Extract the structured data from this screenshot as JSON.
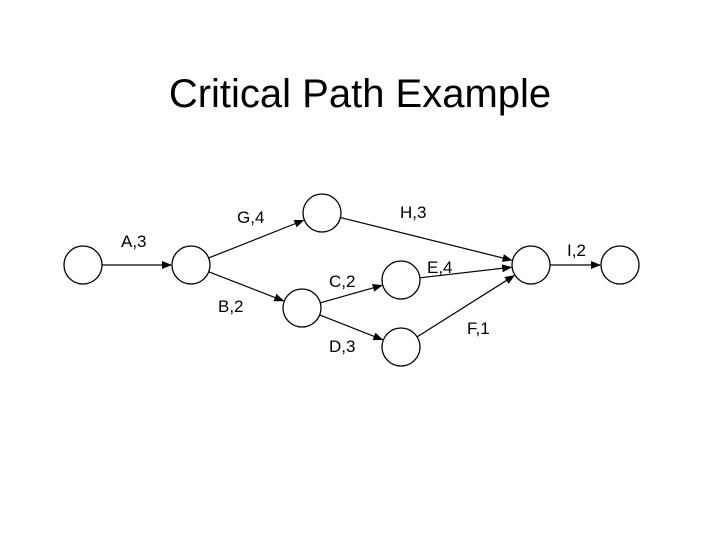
{
  "slide": {
    "title": "Critical Path Example"
  },
  "diagram": {
    "type": "activity-on-arrow network",
    "colors": {
      "stroke": "#000000",
      "node_fill": "#ffffff",
      "text": "#000000"
    },
    "nodes": [
      "n1",
      "n2",
      "n3",
      "n4",
      "n5",
      "n6",
      "n7",
      "n8"
    ],
    "activities": [
      {
        "id": "A",
        "label": "A,3",
        "from": "n1",
        "to": "n2"
      },
      {
        "id": "G",
        "label": "G,4",
        "from": "n2",
        "to": "n3"
      },
      {
        "id": "B",
        "label": "B,2",
        "from": "n2",
        "to": "n4"
      },
      {
        "id": "H",
        "label": "H,3",
        "from": "n3",
        "to": "n7"
      },
      {
        "id": "C",
        "label": "C,2",
        "from": "n4",
        "to": "n5"
      },
      {
        "id": "D",
        "label": "D,3",
        "from": "n4",
        "to": "n6"
      },
      {
        "id": "E",
        "label": "E,4",
        "from": "n5",
        "to": "n7"
      },
      {
        "id": "F",
        "label": "F,1",
        "from": "n6",
        "to": "n7"
      },
      {
        "id": "I",
        "label": "I,2",
        "from": "n7",
        "to": "n8"
      }
    ]
  }
}
